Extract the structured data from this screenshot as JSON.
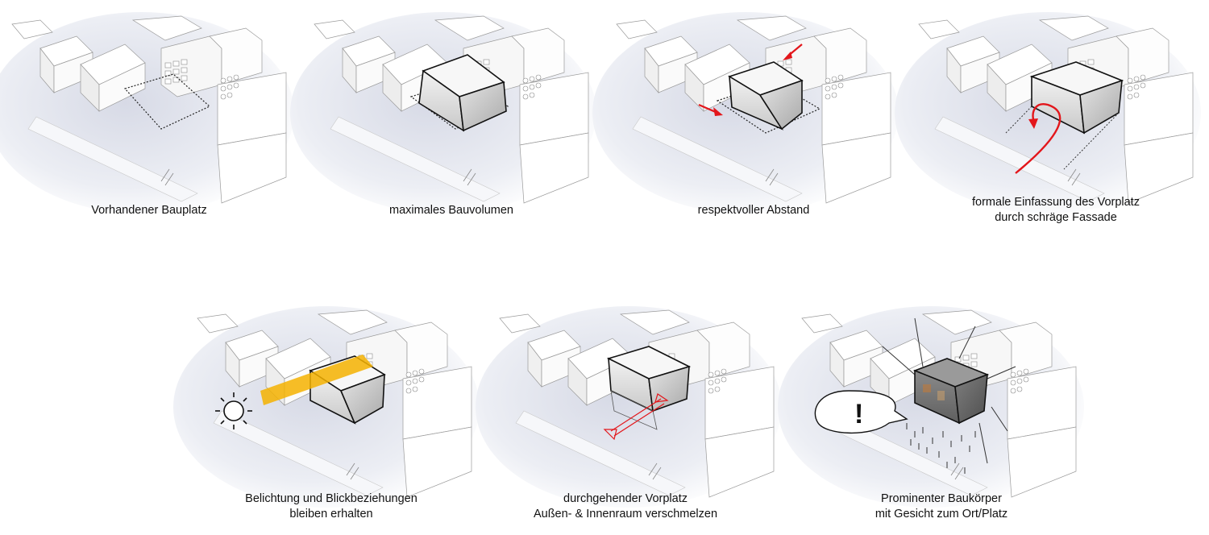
{
  "panels": [
    {
      "id": "p1",
      "caption": [
        "Vorhandener Bauplatz"
      ]
    },
    {
      "id": "p2",
      "caption": [
        "maximales Bauvolumen"
      ]
    },
    {
      "id": "p3",
      "caption": [
        "respektvoller Abstand"
      ]
    },
    {
      "id": "p4",
      "caption": [
        "formale Einfassung des Vorplatz",
        "durch schräge Fassade"
      ]
    },
    {
      "id": "p5",
      "caption": [
        "Belichtung und Blickbeziehungen",
        "bleiben erhalten"
      ]
    },
    {
      "id": "p6",
      "caption": [
        "durchgehender Vorplatz",
        "Außen- & Innenraum verschmelzen"
      ]
    },
    {
      "id": "p7",
      "caption": [
        "Prominenter Baukörper",
        "mit Gesicht zum Ort/Platz"
      ]
    }
  ],
  "speech_bubble": {
    "text": "!"
  },
  "colors": {
    "accent_red": "#e3161b",
    "sun_yellow": "#f5b200",
    "line": "#111111",
    "ground": "#e4e6ef"
  }
}
